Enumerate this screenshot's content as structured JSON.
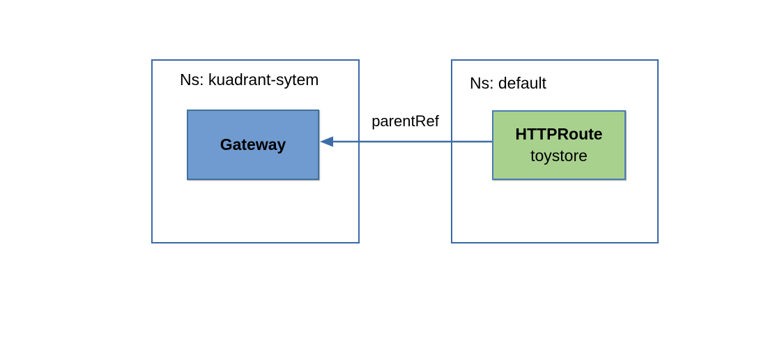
{
  "colors": {
    "canvas_background": "#ffffff",
    "namespace_border": "#3a67a5",
    "gateway_fill": "#6f9bd0",
    "gateway_border": "#41719c",
    "httproute_fill": "#a9d18e",
    "httproute_border": "#4a7ab5",
    "edge": "#3c6da8",
    "text": "#000000"
  },
  "namespaces": [
    {
      "label": "Ns: kuadrant-sytem",
      "node": {
        "title": "Gateway"
      }
    },
    {
      "label": "Ns: default",
      "node": {
        "title": "HTTPRoute",
        "subtitle": "toystore"
      }
    }
  ],
  "edge": {
    "label": "parentRef",
    "from": "HTTPRoute",
    "to": "Gateway"
  }
}
